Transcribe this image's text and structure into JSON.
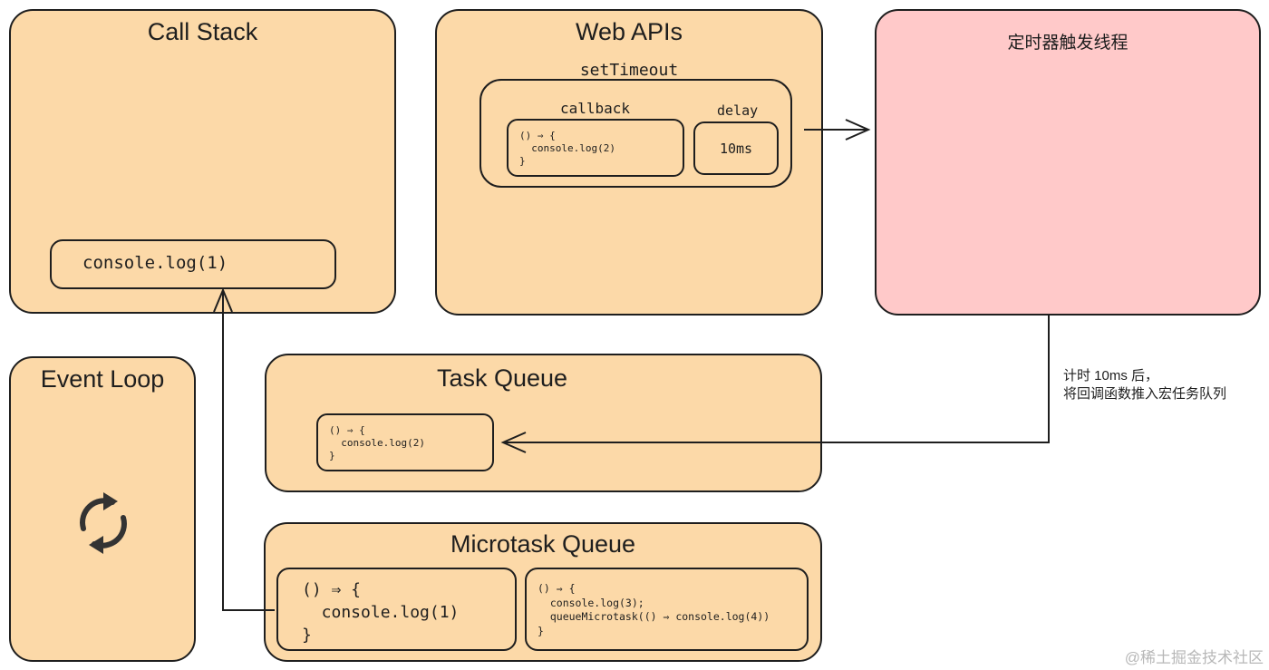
{
  "call_stack": {
    "title": "Call Stack",
    "frame": "console.log(1)"
  },
  "web_apis": {
    "title": "Web APIs",
    "set_timeout_label": "setTimeout",
    "callback_label": "callback",
    "delay_label": "delay",
    "callback_code": "() ⇒ {\n  console.log(2)\n}",
    "delay_value": "10ms"
  },
  "timer_thread": {
    "title": "定时器触发线程"
  },
  "timer_note": {
    "line1": "计时 10ms 后，",
    "line2": "将回调函数推入宏任务队列"
  },
  "event_loop": {
    "title": "Event Loop",
    "icon": "refresh-cycle-icon"
  },
  "task_queue": {
    "title": "Task Queue",
    "task_code": "() ⇒ {\n  console.log(2)\n}"
  },
  "microtask_queue": {
    "title": "Microtask Queue",
    "task1_code": "() ⇒ {\n  console.log(1)\n}",
    "task2_code": "() ⇒ {\n  console.log(3);\n  queueMicrotask(() ⇒ console.log(4))\n}"
  },
  "watermark": "@稀土掘金技术社区",
  "colors": {
    "panel_fill": "#fcd9a8",
    "timer_fill": "#ffc9c9",
    "stroke": "#1e1e1e"
  }
}
